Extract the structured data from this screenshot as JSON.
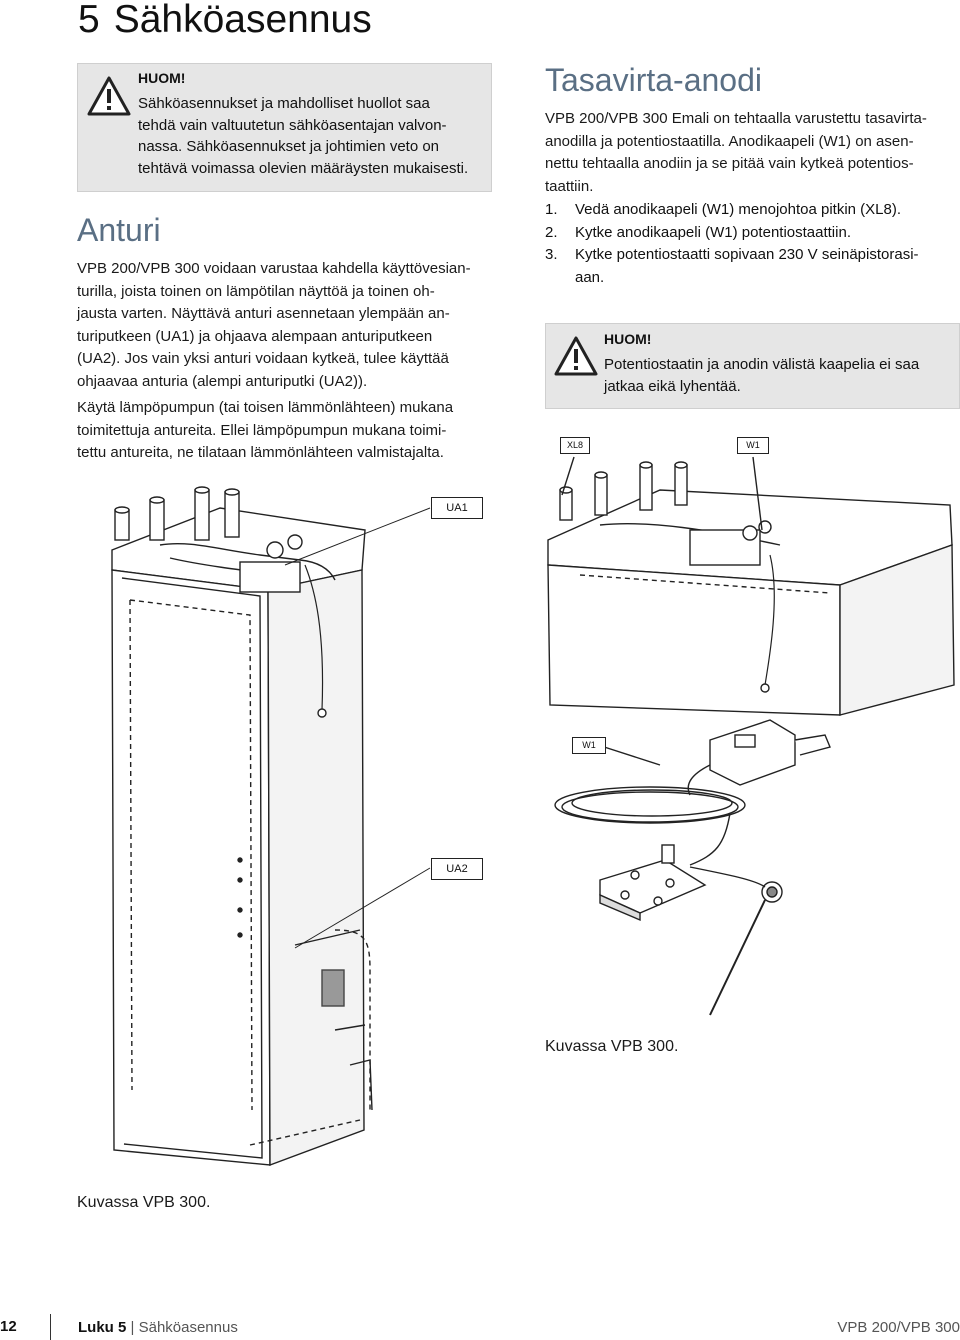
{
  "chapter": {
    "number": "5",
    "title": "Sähköasennus"
  },
  "notice_left": {
    "title": "HUOM!",
    "lines": [
      "Sähköasennukset ja mahdolliset huollot saa",
      "tehdä vain valtuutetun sähköasentajan valvon-",
      "nassa. Sähköasennukset ja johtimien veto on",
      "tehtävä voimassa olevien määräysten mukaisesti."
    ]
  },
  "anturi": {
    "heading": "Anturi",
    "para1": [
      "VPB 200/VPB 300 voidaan varustaa kahdella käyttövesian-",
      "turilla, joista toinen on lämpötilan näyttöä ja toinen oh-",
      "jausta varten. Näyttävä anturi asennetaan ylempään an-",
      "turiputkeen (UA1) ja ohjaava alempaan anturiputkeen",
      "(UA2). Jos vain yksi anturi voidaan kytkeä, tulee käyttää",
      "ohjaavaa anturia (alempi anturiputki (UA2))."
    ],
    "para2": [
      "Käytä lämpöpumpun (tai toisen lämmönlähteen) mukana",
      "toimitettuja antureita. Ellei lämpöpumpun mukana toimi-",
      "tettu antureita, ne tilataan lämmönlähteen valmistajalta."
    ]
  },
  "tasavirta": {
    "heading": "Tasavirta-anodi",
    "para": [
      "VPB 200/VPB 300 Emali on tehtaalla varustettu tasavirta-",
      "anodilla ja potentiostaatilla. Anodikaapeli (W1) on asen-",
      "nettu tehtaalla anodiin ja se pitää vain kytkeä potentios-",
      "taattiin."
    ],
    "steps": [
      {
        "n": "1.",
        "lines": [
          "Vedä anodikaapeli (W1) menojohtoa pitkin (XL8)."
        ]
      },
      {
        "n": "2.",
        "lines": [
          "Kytke anodikaapeli (W1) potentiostaattiin."
        ]
      },
      {
        "n": "3.",
        "lines": [
          "Kytke potentiostaatti sopivaan 230 V seinäpistorasi-",
          "aan."
        ]
      }
    ]
  },
  "notice_right": {
    "title": "HUOM!",
    "lines": [
      "Potentiostaatin ja anodin välistä kaapelia ei saa",
      "jatkaa eikä lyhentää."
    ]
  },
  "figure_left": {
    "labels": {
      "ua1": "UA1",
      "ua2": "UA2"
    },
    "caption": "Kuvassa VPB 300."
  },
  "figure_right": {
    "labels": {
      "xl8": "XL8",
      "w1_top": "W1",
      "w1_mid": "W1"
    },
    "caption": "Kuvassa VPB 300."
  },
  "footer": {
    "page_number": "12",
    "chapter_label": "Luku 5",
    "separator": "|",
    "chapter_name": "Sähköasennus",
    "product": "VPB 200/VPB 300"
  },
  "colors": {
    "heading": "#5a6f84",
    "notice_bg": "#e6e6e6"
  },
  "icons": [
    "warning-icon"
  ]
}
